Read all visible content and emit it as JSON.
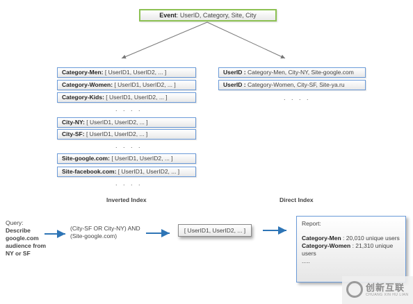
{
  "event": {
    "label": "Event",
    "rest": ": UserID, Category, Site, City"
  },
  "inverted_index": {
    "rows_group1": [
      {
        "key": "Category-Men:",
        "value": " [ UserID1, UserID2, ... ]"
      },
      {
        "key": "Category-Women:",
        "value": " [ UserID1, UserID2, ... ]"
      },
      {
        "key": "Category-Kids:",
        "value": " [ UserID1, UserID2, ... ]"
      }
    ],
    "rows_group2": [
      {
        "key": "City-NY:",
        "value": " [ UserID1, UserID2, ... ]"
      },
      {
        "key": "City-SF:",
        "value": " [ UserID1, UserID2, ... ]"
      }
    ],
    "rows_group3": [
      {
        "key": "Site-google.com:",
        "value": " [ UserID1, UserID2, ... ]"
      },
      {
        "key": "Site-facebook.com:",
        "value": " [ UserID1, UserID2, ... ]"
      }
    ],
    "dots": ". . . .",
    "caption": "Inverted Index"
  },
  "direct_index": {
    "rows": [
      {
        "key": "UserID :",
        "value": " Category-Men, City-NY, Site-google.com"
      },
      {
        "key": "UserID :",
        "value": " Category-Women, City-SF, Site-ya.ru"
      }
    ],
    "dots": ". . . .",
    "caption": "Direct Index"
  },
  "query": {
    "label": "Query:",
    "lines": [
      "Describe",
      "google.com",
      "audience from",
      "NY or SF"
    ],
    "expression": [
      "(City-SF OR City-NY) AND",
      "(Site-google.com)"
    ]
  },
  "result": "[ UserID1, UserID2, ... ]",
  "report": {
    "title": "Report:",
    "line1_key": "Category-Men",
    "line1_val": " : 20,010 unique users",
    "line2_key": "Category-Women",
    "line2_val": " : 21,310 unique",
    "line2_cont": "users",
    "ellipsis": "....."
  },
  "watermark": {
    "text": "创新互联",
    "sub": "CHUANG XIN HU LIAN"
  },
  "colors": {
    "event_border": "#8cc152",
    "row_border": "#6a9ad8",
    "arrow": "#2e75b6",
    "connector": "#777777"
  }
}
